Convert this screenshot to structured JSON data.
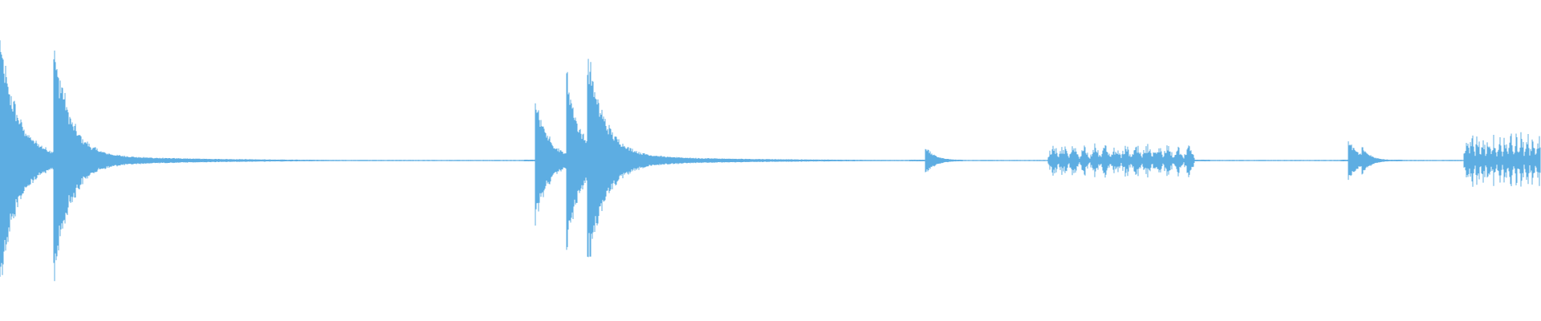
{
  "waveform": {
    "color": "#5dade2",
    "background": "#ffffff",
    "sample_count": 1920,
    "events": [
      {
        "type": "impulse",
        "onset": 0.0,
        "peak": 0.82,
        "decay": 0.011
      },
      {
        "type": "impulse",
        "onset": 0.0345,
        "peak": 0.84,
        "decay": 0.01
      },
      {
        "type": "impulse",
        "onset": 0.347,
        "peak": 0.45,
        "decay": 0.008
      },
      {
        "type": "impulse",
        "onset": 0.3675,
        "peak": 0.62,
        "decay": 0.008
      },
      {
        "type": "impulse",
        "onset": 0.381,
        "peak": 0.74,
        "decay": 0.011
      },
      {
        "type": "blip",
        "onset": 0.397,
        "peak": 0.06,
        "decay": 0.004
      },
      {
        "type": "impulse",
        "onset": 0.6005,
        "peak": 0.09,
        "decay": 0.006
      },
      {
        "type": "burst",
        "start": 0.68,
        "end": 0.775,
        "peak": 0.12
      },
      {
        "type": "impulse",
        "onset": 0.875,
        "peak": 0.14,
        "decay": 0.006
      },
      {
        "type": "impulse",
        "onset": 0.8835,
        "peak": 0.1,
        "decay": 0.005
      },
      {
        "type": "burst",
        "start": 0.95,
        "end": 1.0,
        "peak": 0.21
      }
    ],
    "noise_floor": 0.005,
    "silent_gaps": [
      [
        0.1,
        0.34
      ],
      [
        0.44,
        0.59
      ],
      [
        0.625,
        0.68
      ],
      [
        0.785,
        0.87
      ],
      [
        0.91,
        0.95
      ]
    ]
  }
}
